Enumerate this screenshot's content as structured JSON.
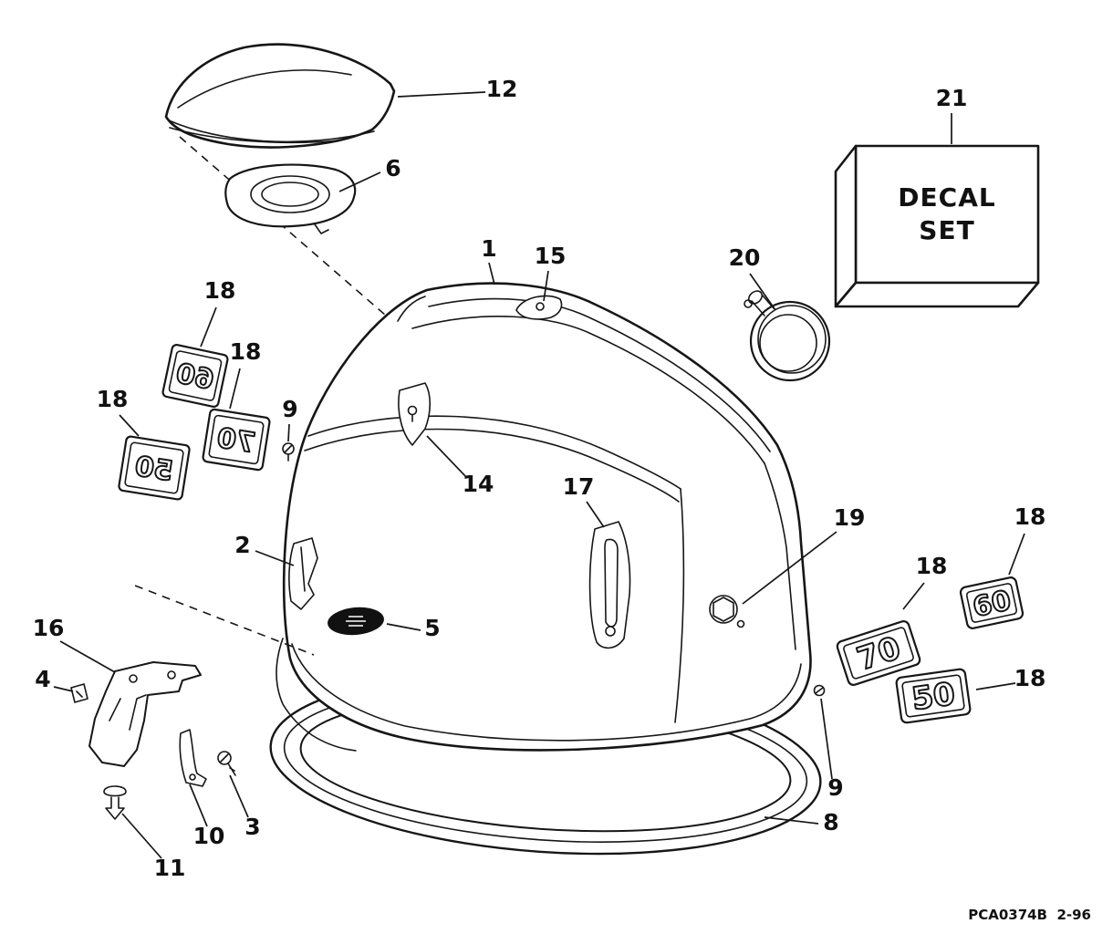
{
  "colors": {
    "background": "#ffffff",
    "line": "#161616"
  },
  "footer": {
    "code": "PCA0374B",
    "date": "2-96"
  },
  "decal_box": {
    "line1": "DECAL",
    "line2": "SET"
  },
  "callouts": [
    {
      "label": "12"
    },
    {
      "label": "6"
    },
    {
      "label": "21"
    },
    {
      "label": "1"
    },
    {
      "label": "15"
    },
    {
      "label": "20"
    },
    {
      "label": "18"
    },
    {
      "label": "18"
    },
    {
      "label": "18"
    },
    {
      "label": "9"
    },
    {
      "label": "14"
    },
    {
      "label": "17"
    },
    {
      "label": "2"
    },
    {
      "label": "5"
    },
    {
      "label": "19"
    },
    {
      "label": "18"
    },
    {
      "label": "18"
    },
    {
      "label": "18"
    },
    {
      "label": "16"
    },
    {
      "label": "4"
    },
    {
      "label": "10"
    },
    {
      "label": "3"
    },
    {
      "label": "11"
    },
    {
      "label": "9"
    },
    {
      "label": "8"
    }
  ],
  "decal_plates": {
    "left_mirrored": [
      "60",
      "70",
      "50"
    ],
    "right": [
      "70",
      "60",
      "50"
    ]
  }
}
